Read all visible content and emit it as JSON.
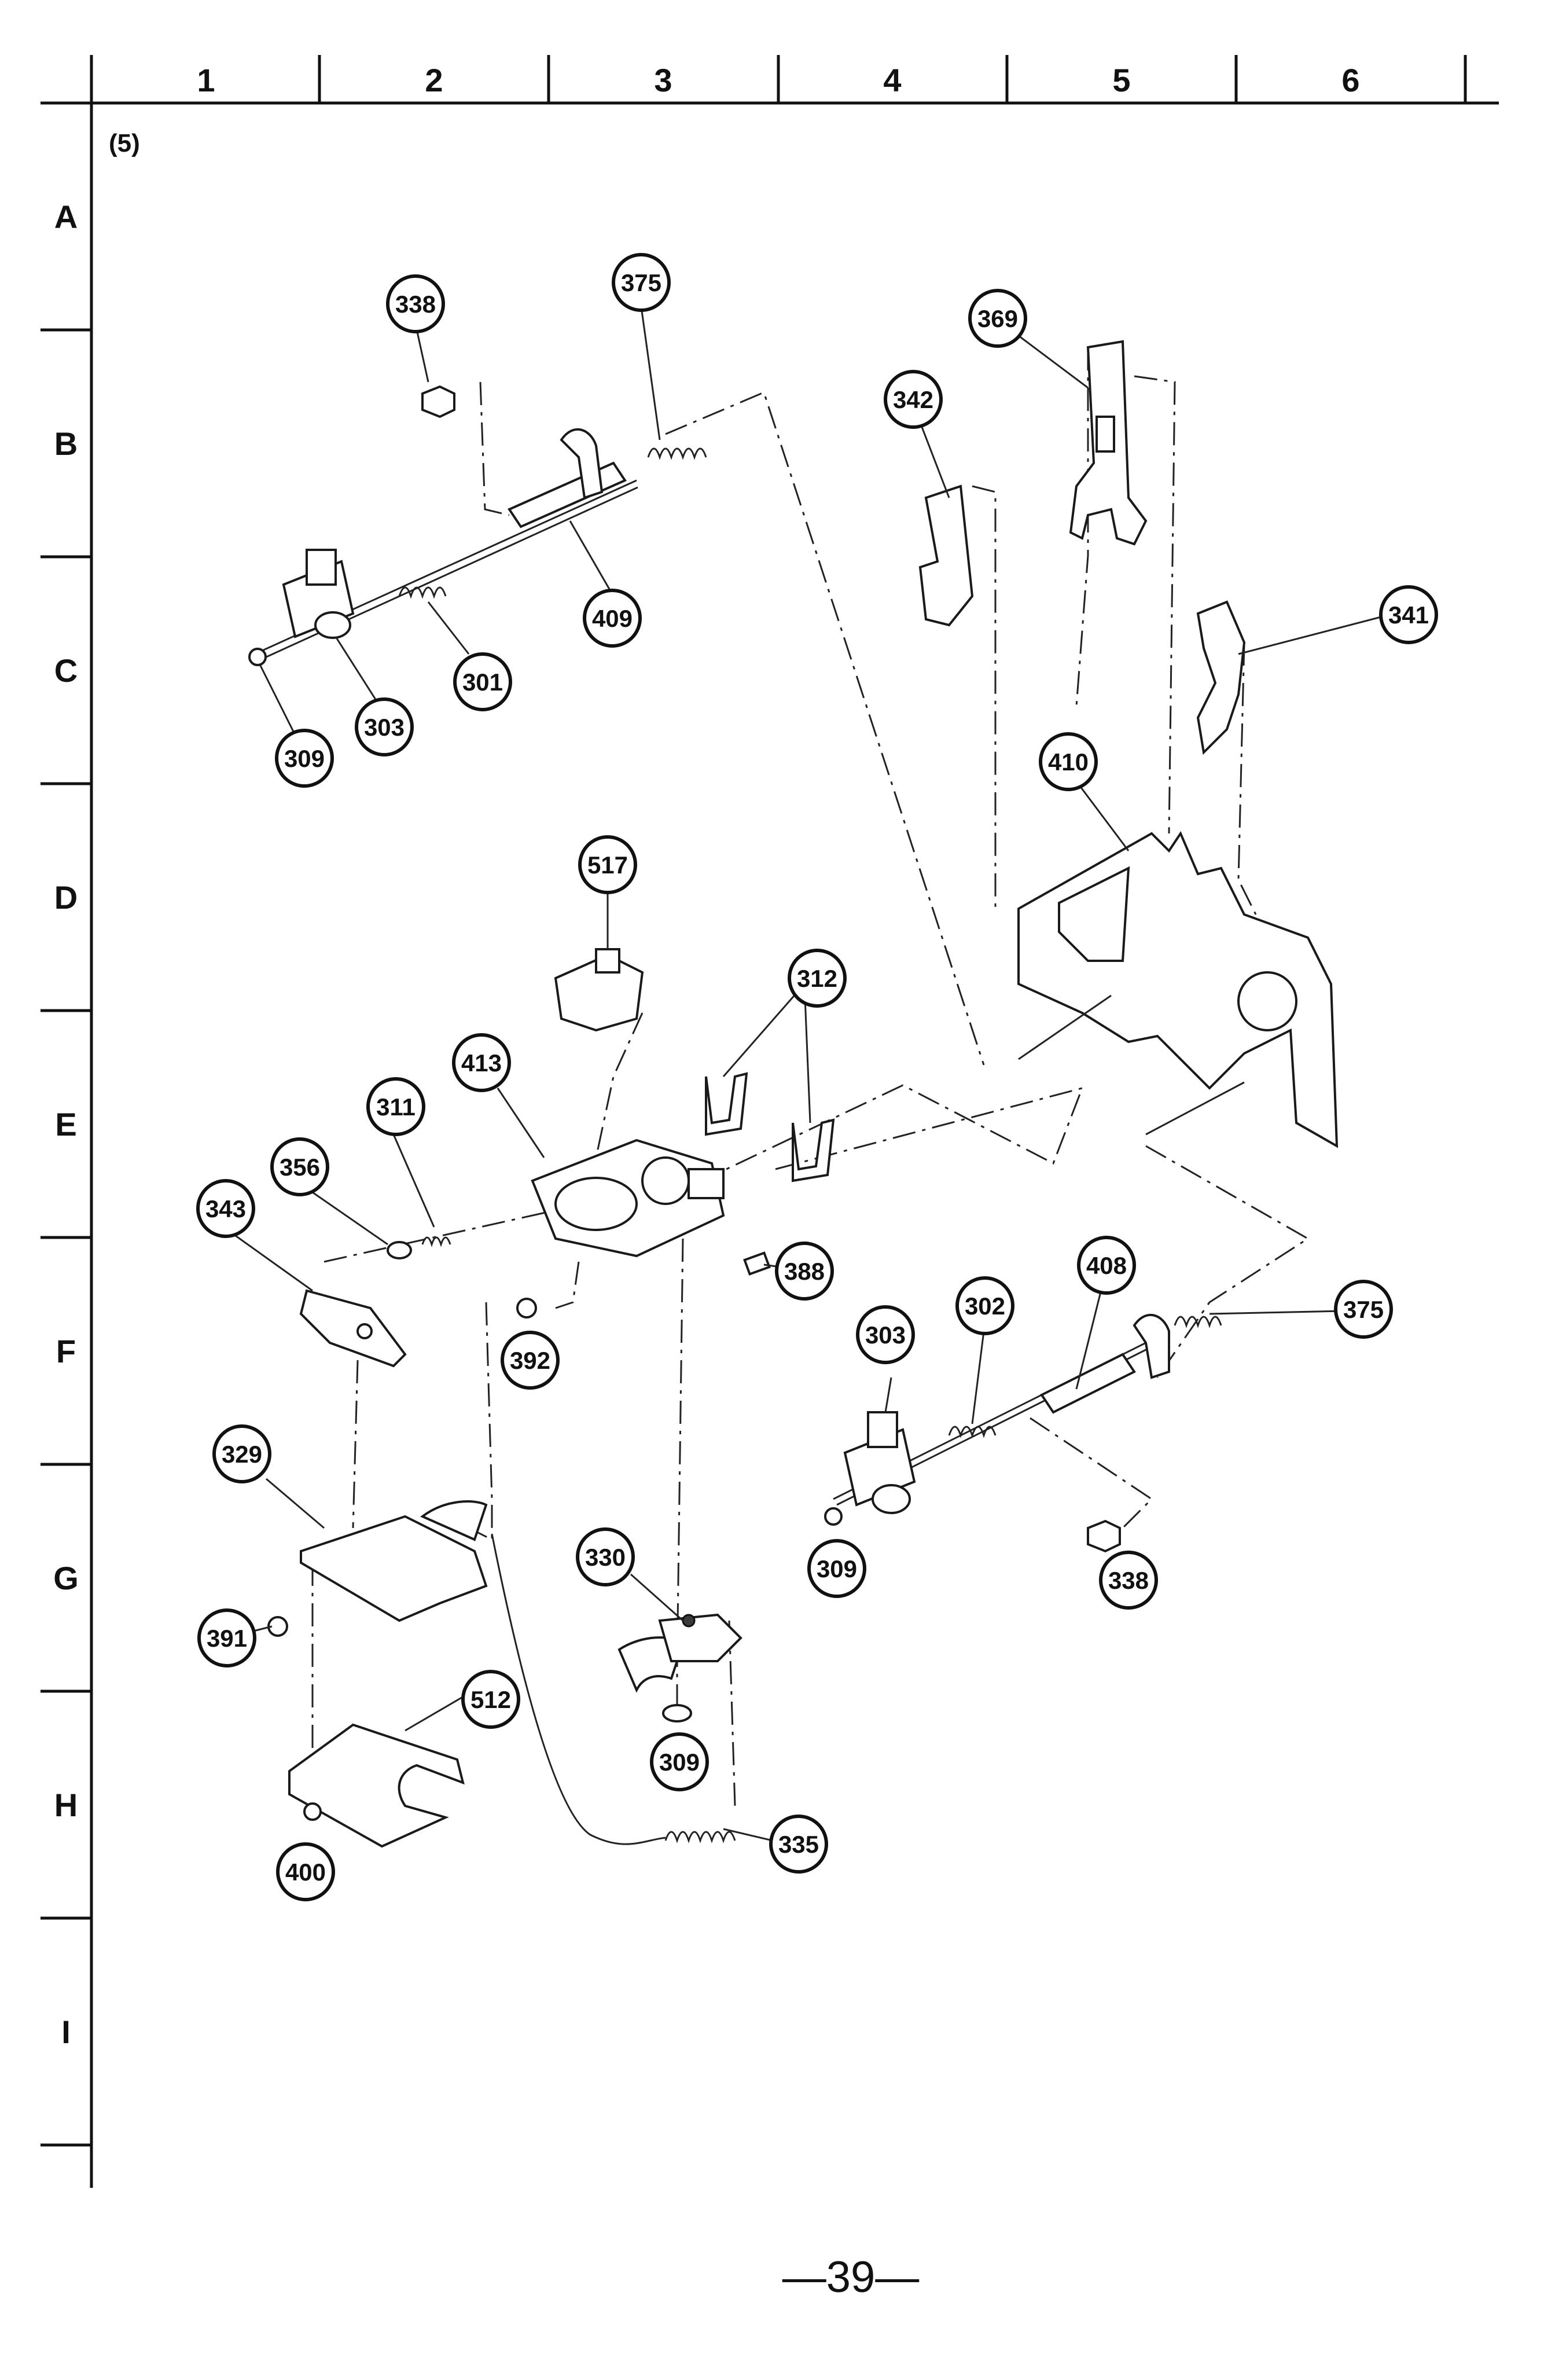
{
  "column_labels": [
    "1",
    "2",
    "3",
    "4",
    "5",
    "6"
  ],
  "row_labels": [
    "A",
    "B",
    "C",
    "D",
    "E",
    "F",
    "G",
    "H",
    "I"
  ],
  "figure_label": "(5)",
  "page_number": "—39—",
  "callouts": {
    "338a": "338",
    "375a": "375",
    "369": "369",
    "342": "342",
    "409": "409",
    "341": "341",
    "301": "301",
    "303a": "303",
    "309a": "309",
    "410": "410",
    "517": "517",
    "312": "312",
    "413": "413",
    "311": "311",
    "356": "356",
    "343": "343",
    "388": "388",
    "392": "392",
    "408": "408",
    "303b": "303",
    "302": "302",
    "375b": "375",
    "329": "329",
    "330": "330",
    "309b": "309",
    "338b": "338",
    "391": "391",
    "512": "512",
    "309c": "309",
    "335": "335",
    "400": "400"
  }
}
